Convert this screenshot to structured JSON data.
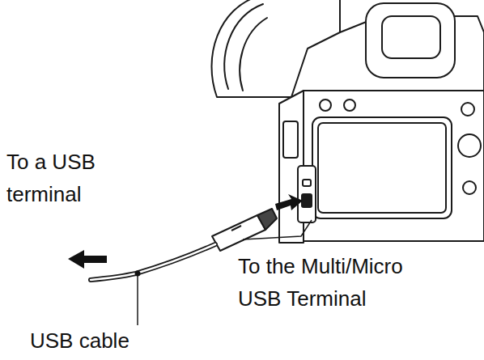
{
  "diagram": {
    "labels": [
      "To a USB terminal",
      "To the Multi/Micro USB Terminal",
      "USB cable"
    ]
  }
}
